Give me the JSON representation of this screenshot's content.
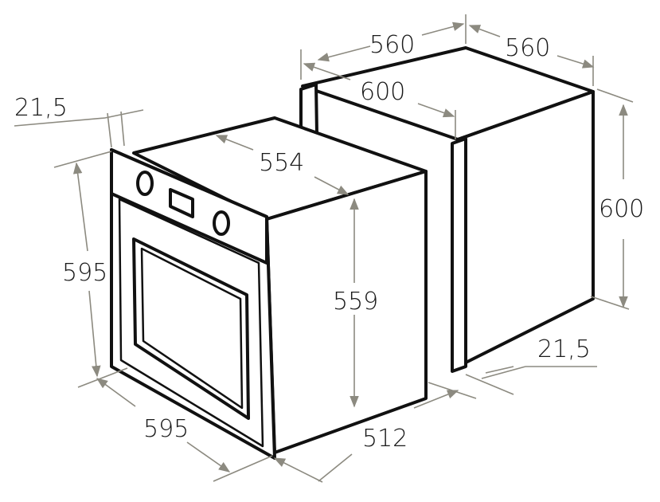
{
  "diagram": {
    "labels": {
      "cavity_width_back": "560",
      "cavity_depth": "560",
      "cavity_width_front": "600",
      "cavity_height": "600",
      "cavity_gap": "21,5",
      "door_thickness": "21,5",
      "oven_height": "595",
      "oven_width": "595",
      "oven_top_width": "554",
      "oven_body_height": "559",
      "oven_depth": "512"
    },
    "colors": {
      "object_stroke": "#111111",
      "dimension_line": "#8c8a80",
      "text": "#1a1a1a",
      "background": "#ffffff"
    }
  }
}
